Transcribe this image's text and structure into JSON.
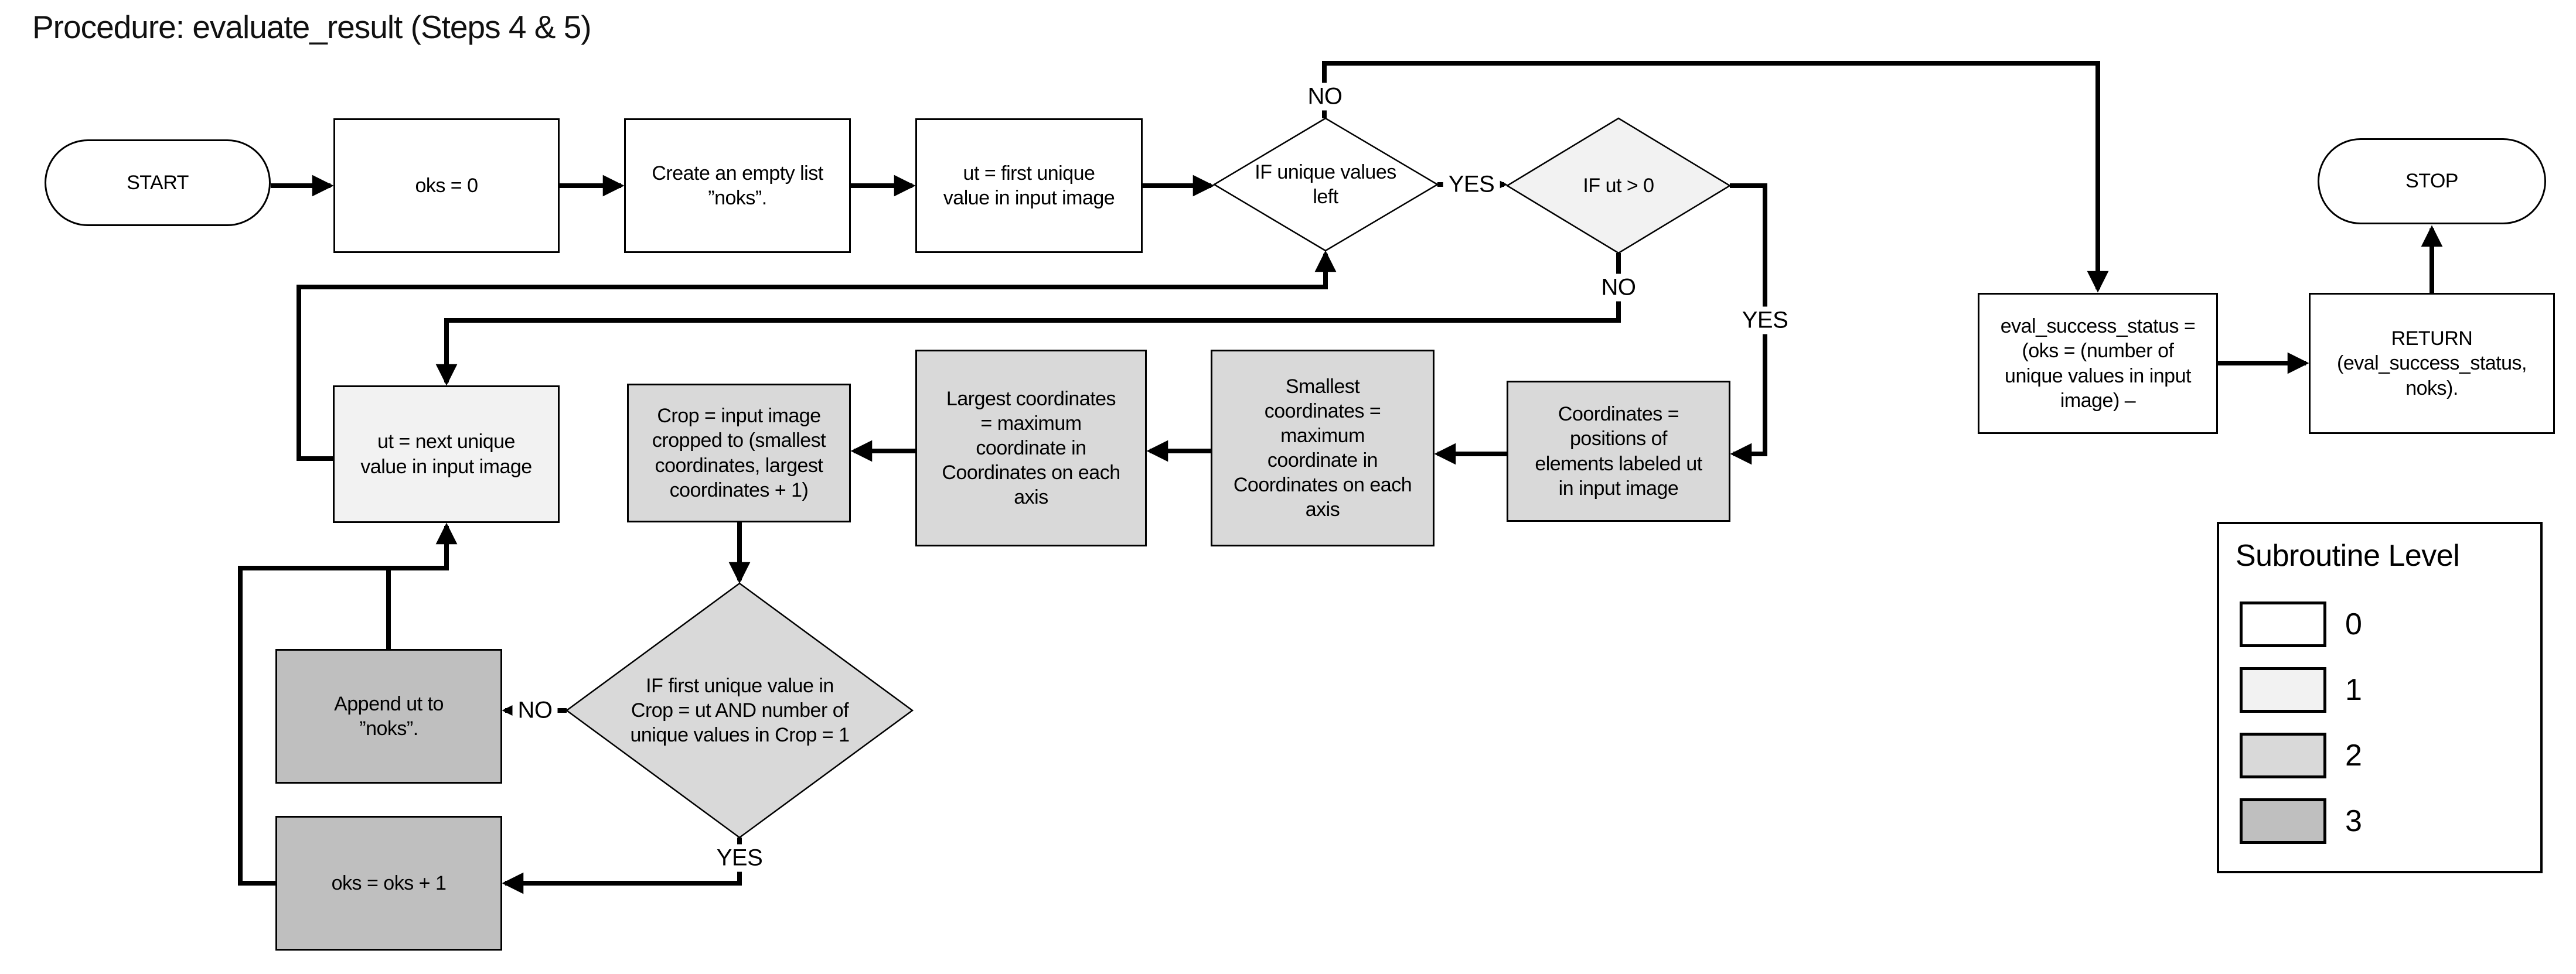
{
  "title": "Procedure: evaluate_result (Steps 4 & 5)",
  "colors": {
    "level0": "#ffffff",
    "level1": "#f2f2f2",
    "level2": "#d9d9d9",
    "level3": "#bfbfbf",
    "line": "#000000",
    "background": "#ffffff"
  },
  "nodes": {
    "start": {
      "label": "START",
      "type": "terminator",
      "level": 0,
      "color": "#ffffff"
    },
    "oks_zero": {
      "label": "oks = 0",
      "type": "process",
      "level": 0,
      "color": "#ffffff"
    },
    "create_noks": {
      "label": "Create an empty list\n”noks”.",
      "type": "process",
      "level": 0,
      "color": "#ffffff"
    },
    "ut_first": {
      "label": "ut = first unique\nvalue in input image",
      "type": "process",
      "level": 0,
      "color": "#ffffff"
    },
    "if_unique_left": {
      "label": "IF unique values\nleft",
      "type": "decision",
      "level": 0,
      "color": "#ffffff"
    },
    "if_ut_gt_zero": {
      "label": "IF ut > 0",
      "type": "decision",
      "level": 1,
      "color": "#f2f2f2"
    },
    "eval_status": {
      "label": "eval_success_status =\n(oks = (number of\nunique values in input\nimage) –",
      "type": "process",
      "level": 0,
      "color": "#ffffff"
    },
    "return": {
      "label": "RETURN\n(eval_success_status,\nnoks).",
      "type": "process",
      "level": 0,
      "color": "#ffffff"
    },
    "stop": {
      "label": "STOP",
      "type": "terminator",
      "level": 0,
      "color": "#ffffff"
    },
    "ut_next": {
      "label": "ut = next unique\nvalue in input image",
      "type": "process",
      "level": 1,
      "color": "#f2f2f2"
    },
    "crop": {
      "label": "Crop = input image\ncropped to (smallest\ncoordinates, largest\ncoordinates + 1)",
      "type": "process",
      "level": 2,
      "color": "#d9d9d9"
    },
    "largest": {
      "label": "Largest coordinates\n= maximum\ncoordinate in\nCoordinates on each\naxis",
      "type": "process",
      "level": 2,
      "color": "#d9d9d9"
    },
    "smallest": {
      "label": "Smallest\ncoordinates =\nmaximum\ncoordinate in\nCoordinates on each\naxis",
      "type": "process",
      "level": 2,
      "color": "#d9d9d9"
    },
    "coordinates": {
      "label": "Coordinates =\npositions of\nelements labeled ut\nin input image",
      "type": "process",
      "level": 2,
      "color": "#d9d9d9"
    },
    "if_crop": {
      "label": "IF first unique value in\nCrop = ut AND number of\nunique values in Crop = 1",
      "type": "decision",
      "level": 2,
      "color": "#d9d9d9"
    },
    "append_noks": {
      "label": "Append ut to\n”noks”.",
      "type": "process",
      "level": 3,
      "color": "#bfbfbf"
    },
    "oks_inc": {
      "label": "oks = oks + 1",
      "type": "process",
      "level": 3,
      "color": "#bfbfbf"
    }
  },
  "edge_labels": {
    "unique_left_no": "NO",
    "unique_left_yes": "YES",
    "ut_gt_zero_yes": "YES",
    "ut_gt_zero_no": "NO",
    "crop_check_no": "NO",
    "crop_check_yes": "YES"
  },
  "legend": {
    "title": "Subroutine Level",
    "items": [
      {
        "label": "0",
        "color": "#ffffff"
      },
      {
        "label": "1",
        "color": "#f2f2f2"
      },
      {
        "label": "2",
        "color": "#d9d9d9"
      },
      {
        "label": "3",
        "color": "#bfbfbf"
      }
    ]
  }
}
